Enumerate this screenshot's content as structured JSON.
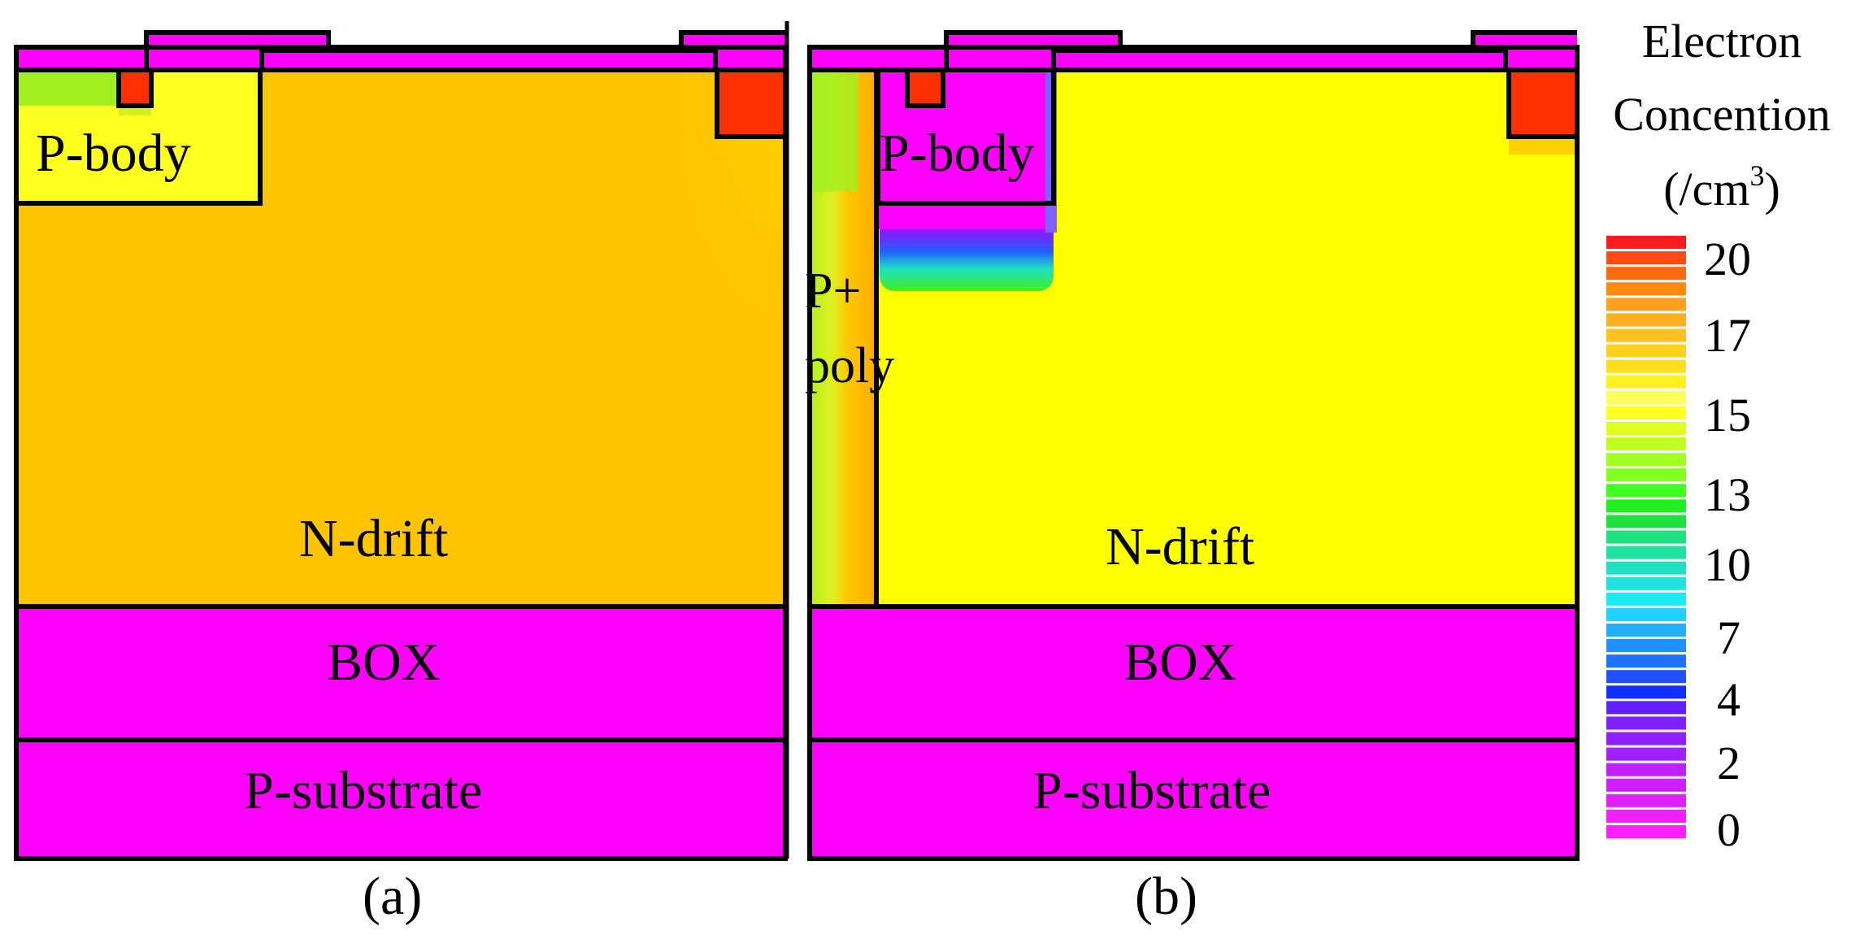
{
  "panels": [
    {
      "caption": "(a)",
      "labels": {
        "pbody": "P-body",
        "ndrift": "N-drift",
        "box": "BOX",
        "psub": "P-substrate"
      }
    },
    {
      "caption": "(b)",
      "labels": {
        "pbody": "P-body",
        "ppoly_1": "P+",
        "ppoly_2": "poly",
        "ndrift": "N-drift",
        "box": "BOX",
        "psub": "P-substrate"
      }
    }
  ],
  "legend": {
    "title_lines": [
      "Electron",
      "Concention"
    ],
    "unit_prefix": "(/cm",
    "unit_exp": "3",
    "unit_suffix": ")",
    "ticks": [
      "20",
      "17",
      "15",
      "13",
      "10",
      "7",
      "4",
      "2",
      "0"
    ],
    "color_scale_top_to_bottom": [
      "#ff1a1a",
      "#ff4a1a",
      "#ff6a10",
      "#ff8a10",
      "#ffa020",
      "#ffb020",
      "#ffc020",
      "#ffd020",
      "#ffe020",
      "#fff020",
      "#ffff60",
      "#ffff20",
      "#e0ff20",
      "#c0ff20",
      "#a0ff20",
      "#80ff20",
      "#40ff20",
      "#20f020",
      "#20e040",
      "#20e080",
      "#20e0a0",
      "#20e0c0",
      "#20e0e0",
      "#20e8f0",
      "#20d0ff",
      "#20b0ff",
      "#2090ff",
      "#2070ff",
      "#2050ff",
      "#1030ff",
      "#6020ff",
      "#8020ff",
      "#9020ff",
      "#a020ff",
      "#c020ff",
      "#d020ff",
      "#e020ff",
      "#f020ff",
      "#ff20ff"
    ]
  },
  "colors": {
    "oxide": "#ff00ff",
    "ndrift_a": "#ffc400",
    "ndrift_b": "#ffff00",
    "pbody_a": "#ffff00",
    "n_plus": "#ff3000",
    "green_a": "#a0f020",
    "poly_b": "#ffc400",
    "poly_edge": "#c0f020"
  }
}
